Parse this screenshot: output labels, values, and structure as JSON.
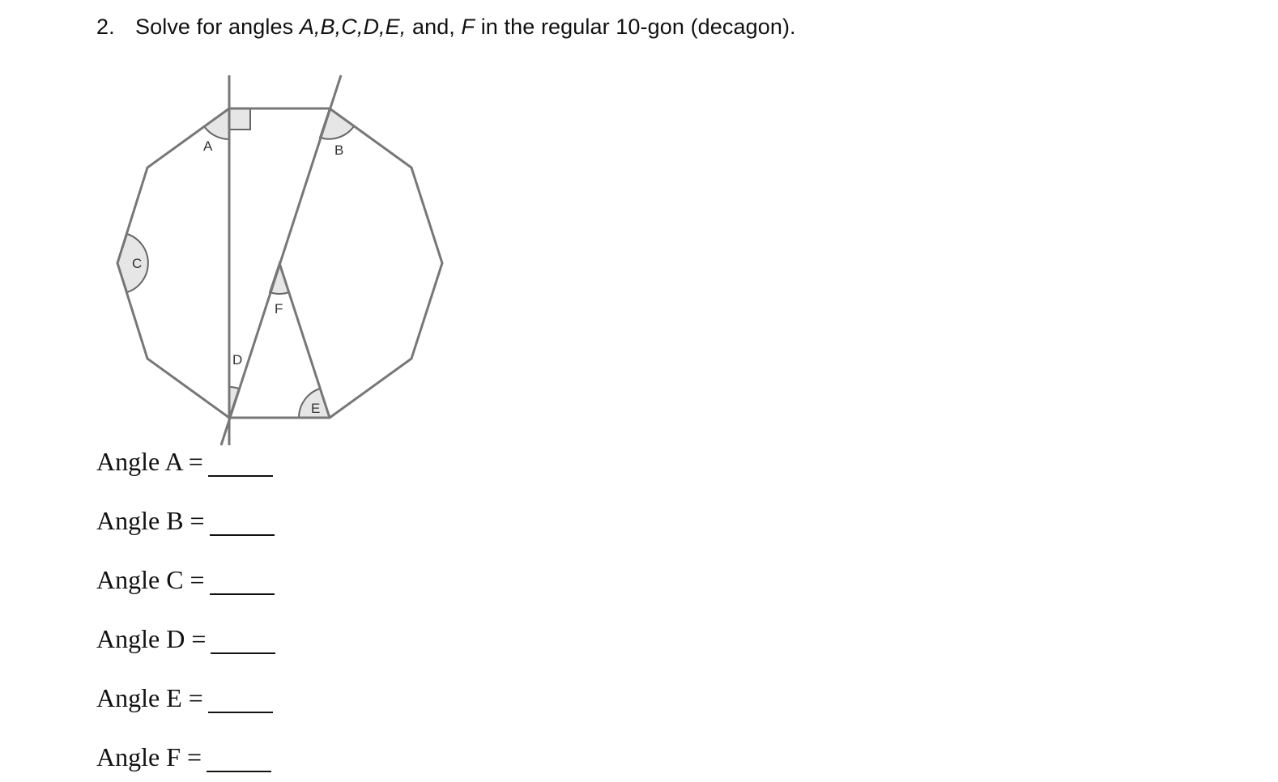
{
  "question": {
    "number": "2.",
    "prefix": "Solve for angles ",
    "vars": "A,B,C,D,E,",
    "middle": " and, ",
    "last_var": "F",
    "suffix": " in the regular 10-gon (decagon)."
  },
  "figure": {
    "labels": {
      "A": "A",
      "B": "B",
      "C": "C",
      "D": "D",
      "E": "E",
      "F": "F"
    }
  },
  "answers": [
    {
      "label": "Angle A ="
    },
    {
      "label": "Angle B ="
    },
    {
      "label": "Angle C ="
    },
    {
      "label": "Angle D ="
    },
    {
      "label": "Angle E ="
    },
    {
      "label": "Angle F ="
    }
  ]
}
